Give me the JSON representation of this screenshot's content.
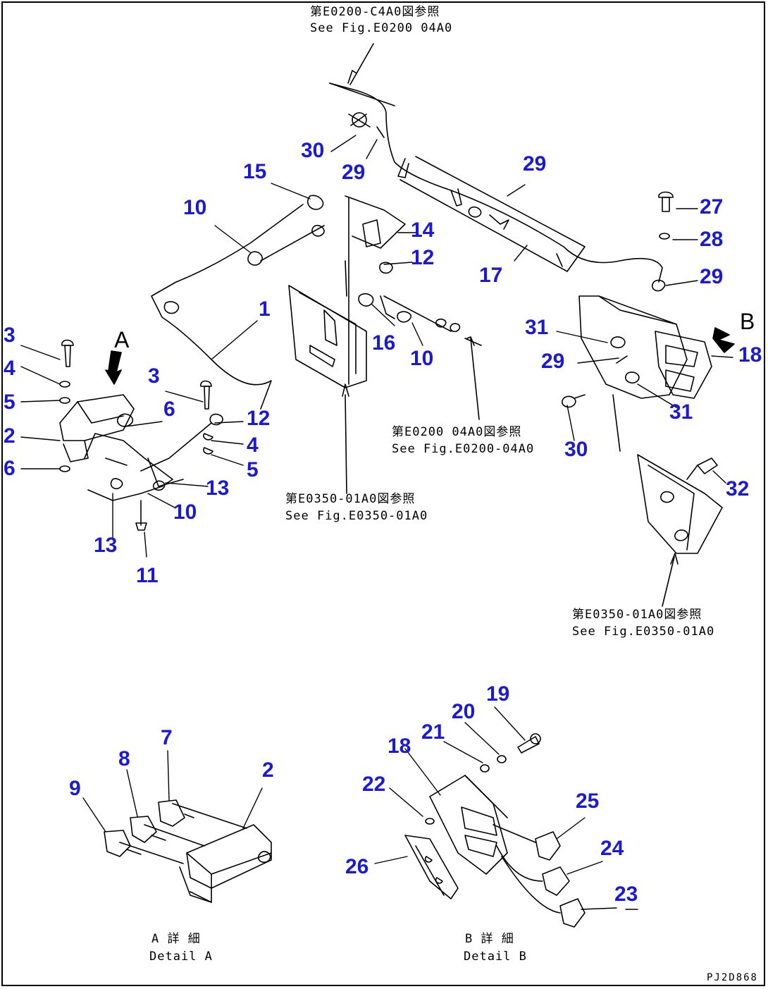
{
  "notes": {
    "top_jp": "第E0200-C4A0図参照",
    "top_en": "See Fig.E0200 04A0",
    "mid_right_jp": "第E0200 04A0図参照",
    "mid_right_en": "See Fig.E0200-04A0",
    "mid_center_jp": "第E0350-01A0図参照",
    "mid_center_en": "See Fig.E0350-01A0",
    "right_jp": "第E0350-01A0図参照",
    "right_en": "See Fig.E0350-01A0"
  },
  "views": {
    "a_letter": "A",
    "b_letter": "B",
    "detail_a_jp": "A 詳 細",
    "detail_a_en": "Detail A",
    "detail_b_jp": "B 詳 細",
    "detail_b_en": "Detail B"
  },
  "drawing_code": "PJ2D868",
  "callouts": {
    "c1": "1",
    "c2a": "2",
    "c2b": "2",
    "c3a": "3",
    "c3b": "3",
    "c4a": "4",
    "c4b": "4",
    "c5a": "5",
    "c5b": "5",
    "c6a": "6",
    "c6b": "6",
    "c7": "7",
    "c8": "8",
    "c9": "9",
    "c10a": "10",
    "c10b": "10",
    "c10c": "10",
    "c11": "11",
    "c12a": "12",
    "c12b": "12",
    "c13a": "13",
    "c13b": "13",
    "c14": "14",
    "c15": "15",
    "c16": "16",
    "c17": "17",
    "c18a": "18",
    "c18b": "18",
    "c19": "19",
    "c20": "20",
    "c21": "21",
    "c22": "22",
    "c23": "23",
    "c24": "24",
    "c25": "25",
    "c26": "26",
    "c27": "27",
    "c28": "28",
    "c29a": "29",
    "c29b": "29",
    "c29c": "29",
    "c29d": "29",
    "c30a": "30",
    "c30b": "30",
    "c31a": "31",
    "c31b": "31",
    "c32": "32"
  },
  "colors": {
    "callout": "#1a1ad6",
    "line": "#000000"
  }
}
